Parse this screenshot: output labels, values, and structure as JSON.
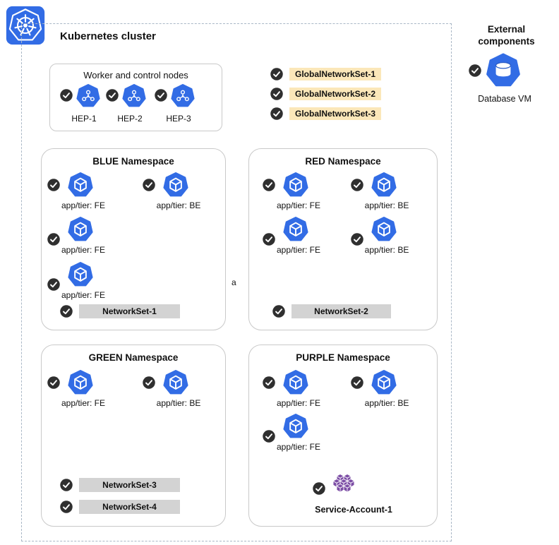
{
  "cluster": {
    "title": "Kubernetes cluster"
  },
  "worker_box": {
    "title": "Worker and control nodes",
    "nodes": [
      {
        "label": "HEP-1"
      },
      {
        "label": "HEP-2"
      },
      {
        "label": "HEP-3"
      }
    ]
  },
  "global_network_sets": [
    {
      "label": "GlobalNetworkSet-1"
    },
    {
      "label": "GlobalNetworkSet-2"
    },
    {
      "label": "GlobalNetworkSet-3"
    }
  ],
  "namespaces": {
    "blue": {
      "title": "BLUE Namespace",
      "pods": [
        {
          "label": "app/tier: FE"
        },
        {
          "label": "app/tier: BE"
        },
        {
          "label": "app/tier: FE"
        },
        {
          "label": "app/tier: FE"
        }
      ],
      "network_sets": [
        {
          "label": "NetworkSet-1"
        }
      ]
    },
    "red": {
      "title": "RED Namespace",
      "pods": [
        {
          "label": "app/tier: FE"
        },
        {
          "label": "app/tier: BE"
        },
        {
          "label": "app/tier: FE"
        },
        {
          "label": "app/tier: BE"
        }
      ],
      "network_sets": [
        {
          "label": "NetworkSet-2"
        }
      ]
    },
    "green": {
      "title": "GREEN Namespace",
      "pods": [
        {
          "label": "app/tier: FE"
        },
        {
          "label": "app/tier: BE"
        }
      ],
      "network_sets": [
        {
          "label": "NetworkSet-3"
        },
        {
          "label": "NetworkSet-4"
        }
      ]
    },
    "purple": {
      "title": "PURPLE Namespace",
      "pods": [
        {
          "label": "app/tier: FE"
        },
        {
          "label": "app/tier: BE"
        },
        {
          "label": "app/tier: FE"
        }
      ],
      "service_account": {
        "label": "Service-Account-1"
      }
    }
  },
  "external": {
    "title": "External components",
    "database": {
      "label": "Database VM"
    }
  },
  "stray_label": "a",
  "colors": {
    "k8s_blue": "#326CE5",
    "highlight_yellow": "#FBE7B9",
    "networkset_gray": "#D3D3D3",
    "badge_dark": "#2F2F2F",
    "sa_purple": "#7C4DA5",
    "box_border": "#C9C9C9",
    "dashed_border": "#A9B7C6"
  }
}
